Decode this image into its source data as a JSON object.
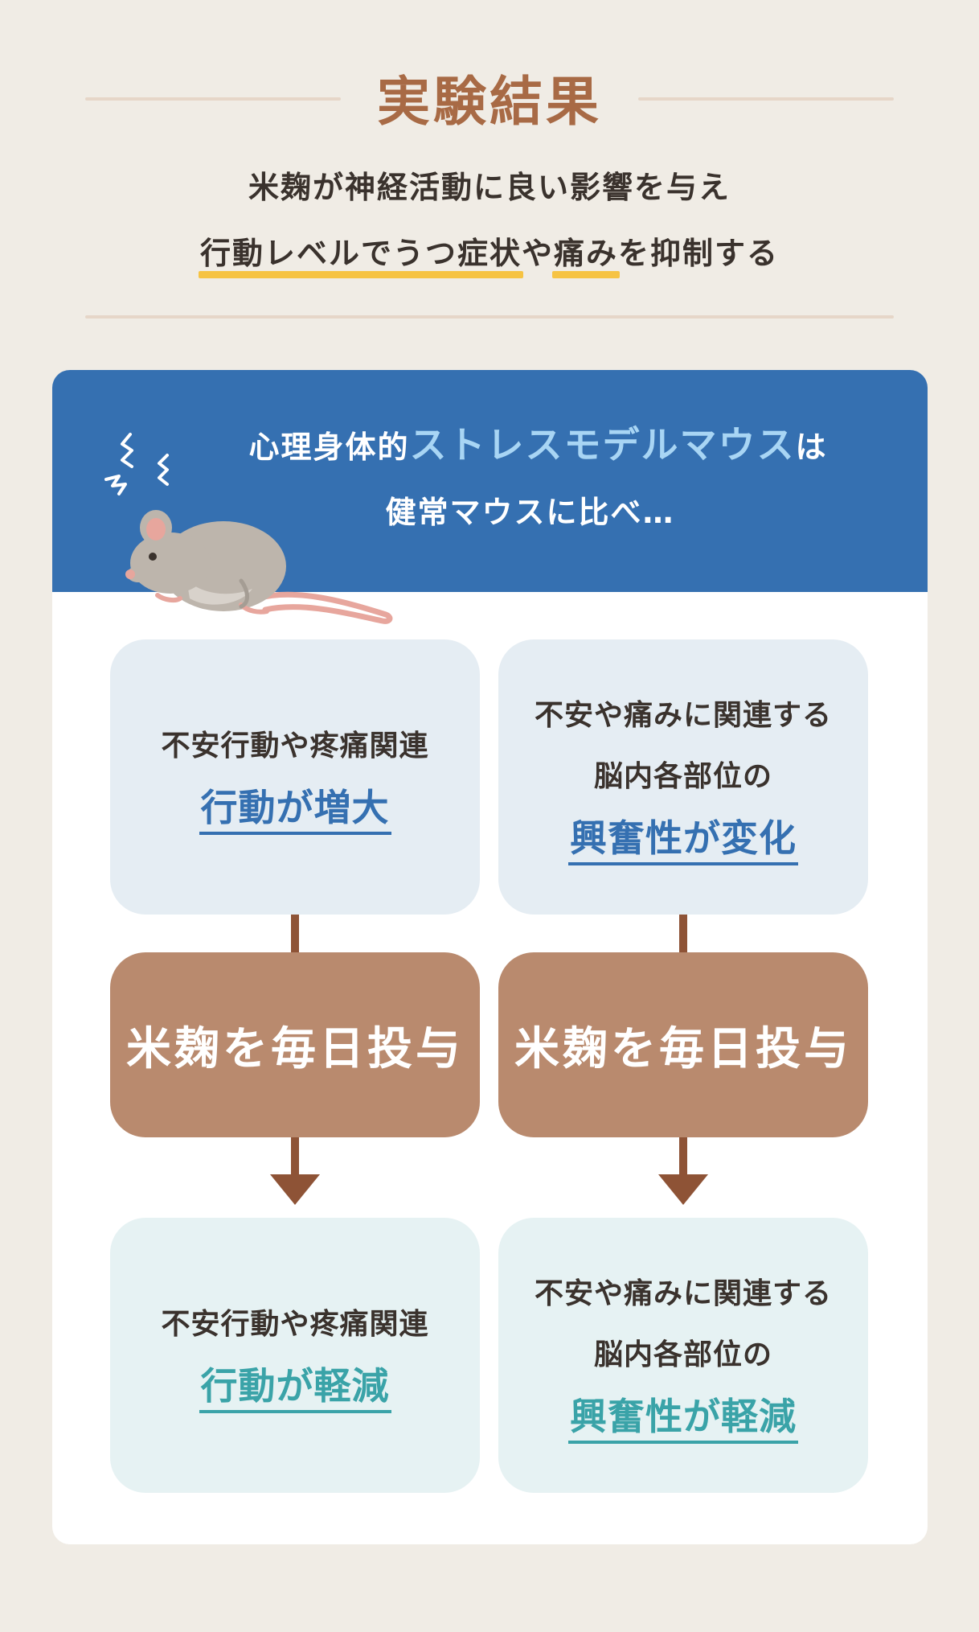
{
  "header": {
    "title": "実験結果",
    "line1": "米麹が神経活動に良い影響を与え",
    "line2_parts": {
      "hl1": "行動レベルでうつ症状",
      "mid": "や",
      "hl2": "痛み",
      "end": "を抑制する"
    }
  },
  "model": {
    "line1_pre": "心理身体的",
    "line1_highlight": "ストレスモデルマウス",
    "line1_post": "は",
    "line2": "健常マウスに比べ…"
  },
  "left_column": {
    "before_text": "不安行動や疼痛関連",
    "before_emphasis": "行動が増大",
    "treatment": "米麹を毎日投与",
    "after_text": "不安行動や疼痛関連",
    "after_emphasis": "行動が軽減"
  },
  "right_column": {
    "before_text1": "不安や痛みに関連する",
    "before_text2": "脳内各部位の",
    "before_emphasis": "興奮性が変化",
    "treatment": "米麹を毎日投与",
    "after_text1": "不安や痛みに関連する",
    "after_text2": "脳内各部位の",
    "after_emphasis": "興奮性が軽減"
  },
  "colors": {
    "background": "#f0ece5",
    "title_brown": "#a86a45",
    "header_blue": "#3570b1",
    "highlight_light_blue": "#a8d5f4",
    "treatment_brown": "#b98a6e",
    "arrow_brown": "#8e5336",
    "teal": "#3aa3a8",
    "marker_yellow": "#f6c343"
  },
  "icons": [
    "mouse-illustration",
    "stress-zigzag-icon",
    "down-arrow-icon"
  ]
}
